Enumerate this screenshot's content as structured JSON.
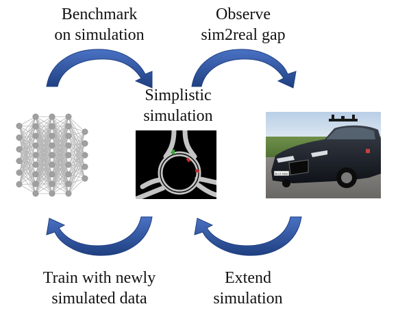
{
  "labels": {
    "benchmark": [
      "Benchmark",
      "on simulation"
    ],
    "observe": [
      "Observe",
      "sim2real gap"
    ],
    "simplistic": [
      "Simplistic",
      "simulation"
    ],
    "train": [
      "Train with newly",
      "simulated data"
    ],
    "extend": [
      "Extend",
      "simulation"
    ]
  },
  "car_plate": "B-LX 4332",
  "colors": {
    "arrow": "#2f5496",
    "arrow_light": "#4a72c4",
    "network": "#b4b4b4",
    "road": "#c4c4c4",
    "sim_background": "#000000"
  },
  "icons": {
    "neural_network": "neural-network-icon",
    "arrows": "curved-arrow-icon"
  }
}
